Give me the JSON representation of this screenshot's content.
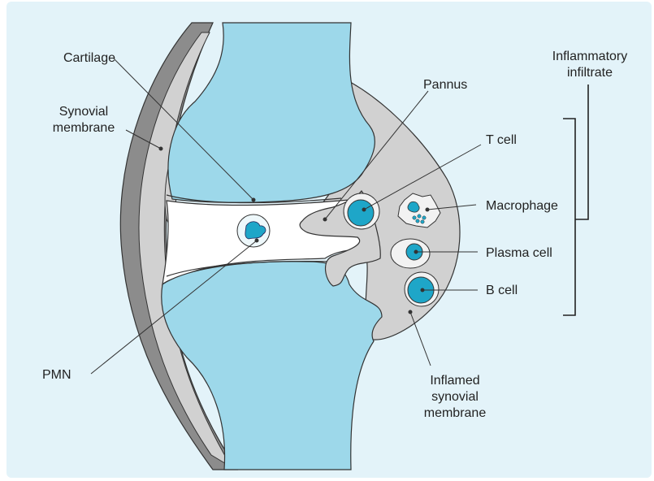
{
  "labels": {
    "cartilage": "Cartilage",
    "synovial_membrane_1": "Synovial",
    "synovial_membrane_2": "membrane",
    "pannus": "Pannus",
    "t_cell": "T cell",
    "macrophage": "Macrophage",
    "plasma_cell": "Plasma cell",
    "b_cell": "B cell",
    "pmn": "PMN",
    "inflammatory_infiltrate_1": "Inflammatory",
    "inflammatory_infiltrate_2": "infiltrate",
    "inflamed_synovial_membrane_1": "Inflamed",
    "inflamed_synovial_membrane_2": "synovial",
    "inflamed_synovial_membrane_3": "membrane"
  },
  "colors": {
    "background": "#e3f3f9",
    "bone": "#9dd8ea",
    "capsule_outer": "#8c8c8c",
    "capsule_inner": "#d1d1d1",
    "synovium": "#d1d1d1",
    "joint_space": "#ffffff",
    "cell_nucleus": "#1ea6c8",
    "cell_body": "#f2f2f2"
  }
}
